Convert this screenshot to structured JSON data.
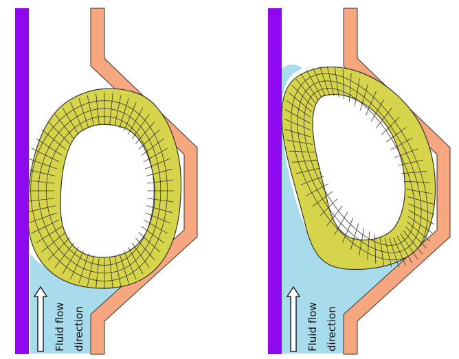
{
  "panels": [
    {
      "id": "left",
      "label_line1": "Fluid flow",
      "label_line2": "direction"
    },
    {
      "id": "right",
      "label_line1": "Fluid flow",
      "label_line2": "direction"
    }
  ],
  "colors": {
    "wall": "#8e09f0",
    "housing": "#f7a77f",
    "housing_edge": "#333333",
    "fluid": "#a8dcec",
    "seal": "#d6d44a",
    "seal_grid": "#333333",
    "arrow": "#222222"
  },
  "icons": [
    "flow-arrow-icon"
  ]
}
